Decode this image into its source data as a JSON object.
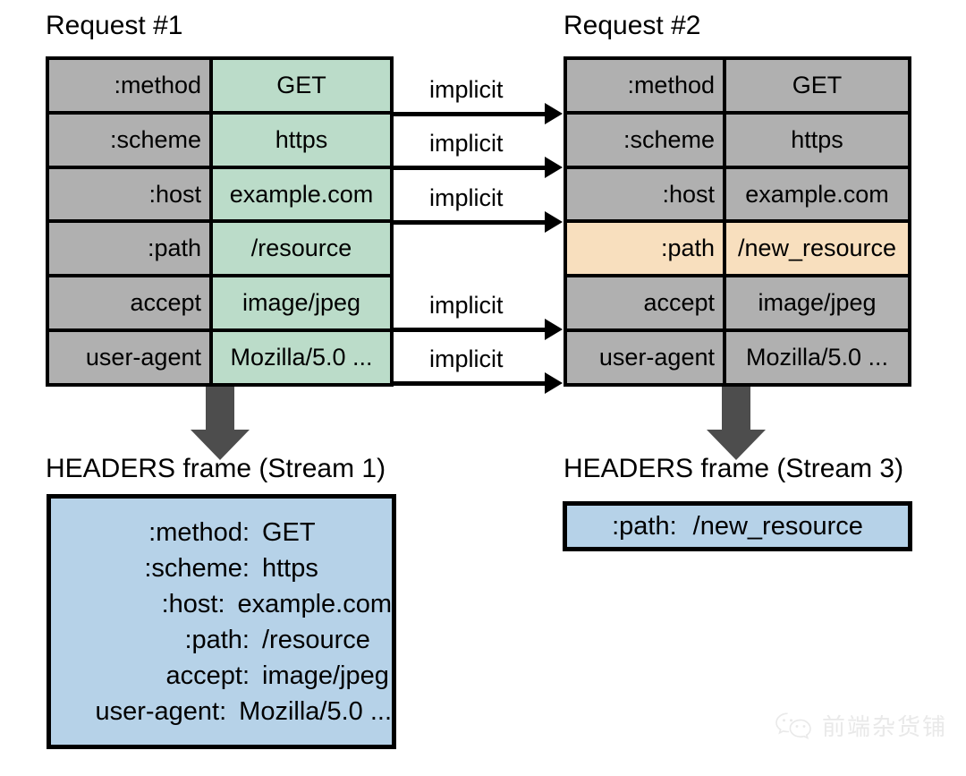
{
  "diagram": {
    "title_request1": "Request #1",
    "title_request2": "Request #2",
    "frame1_caption": "HEADERS frame (Stream 1)",
    "frame2_caption": "HEADERS frame (Stream 3)",
    "implicit_label": "implicit"
  },
  "request1": {
    "rows": [
      {
        "name": ":method",
        "value": "GET"
      },
      {
        "name": ":scheme",
        "value": "https"
      },
      {
        "name": ":host",
        "value": "example.com"
      },
      {
        "name": ":path",
        "value": "/resource"
      },
      {
        "name": "accept",
        "value": "image/jpeg"
      },
      {
        "name": "user-agent",
        "value": "Mozilla/5.0 ..."
      }
    ]
  },
  "request2": {
    "rows": [
      {
        "name": ":method",
        "value": "GET",
        "changed": false
      },
      {
        "name": ":scheme",
        "value": "https",
        "changed": false
      },
      {
        "name": ":host",
        "value": "example.com",
        "changed": false
      },
      {
        "name": ":path",
        "value": "/new_resource",
        "changed": true
      },
      {
        "name": "accept",
        "value": "image/jpeg",
        "changed": false
      },
      {
        "name": "user-agent",
        "value": "Mozilla/5.0 ...",
        "changed": false
      }
    ]
  },
  "implicit_arrows": [
    {
      "label": "implicit",
      "row": 0
    },
    {
      "label": "implicit",
      "row": 1
    },
    {
      "label": "implicit",
      "row": 2
    },
    {
      "label": "implicit",
      "row": 4
    },
    {
      "label": "implicit",
      "row": 5
    }
  ],
  "frame1": {
    "caption": "HEADERS frame (Stream 1)",
    "lines": [
      {
        "name": ":method:",
        "value": "GET"
      },
      {
        "name": ":scheme:",
        "value": "https"
      },
      {
        "name": ":host:",
        "value": "example.com"
      },
      {
        "name": ":path:",
        "value": "/resource"
      },
      {
        "name": "accept:",
        "value": "image/jpeg"
      },
      {
        "name": "user-agent:",
        "value": "Mozilla/5.0 ..."
      }
    ]
  },
  "frame2": {
    "caption": "HEADERS frame (Stream 3)",
    "lines": [
      {
        "name": ":path:",
        "value": "/new_resource"
      }
    ]
  },
  "watermark": {
    "text": "前端杂货铺",
    "icon": "wechat-icon"
  },
  "colors": {
    "value_green": "#bbdcc9",
    "name_gray": "#b0b0b0",
    "changed_orange": "#f8dfbe",
    "frame_blue": "#b6d2e8",
    "arrow_gray": "#4d4d4d",
    "border_black": "#000000"
  }
}
